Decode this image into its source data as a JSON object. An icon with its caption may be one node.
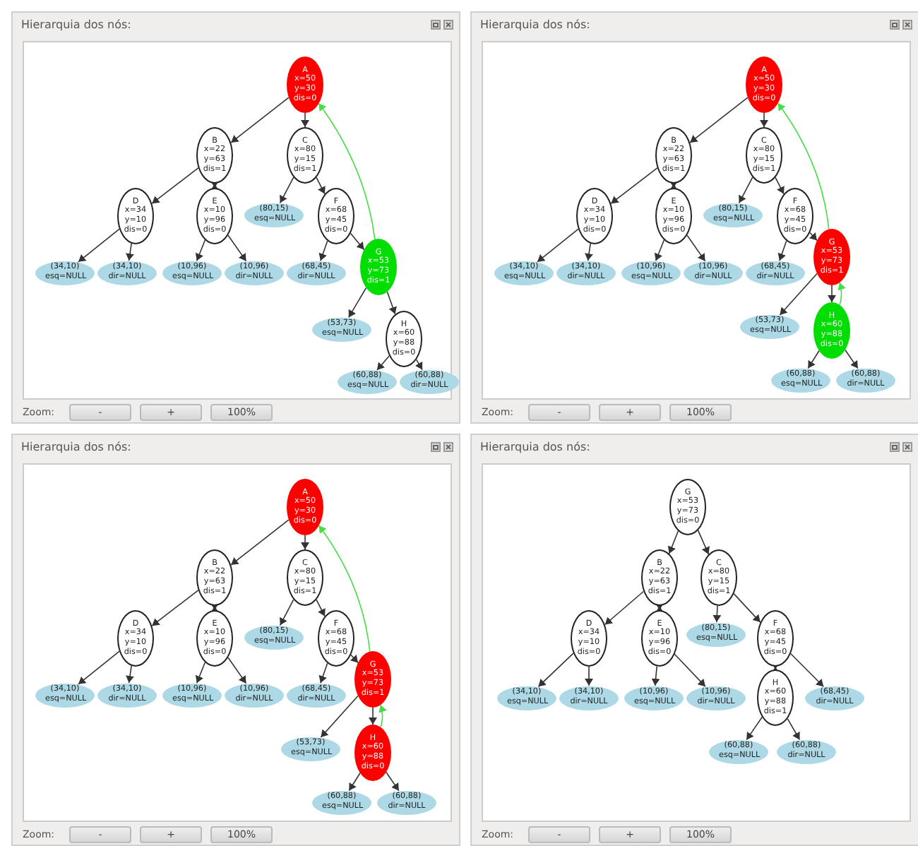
{
  "diagram": {
    "nodes": [
      {
        "text": [
          "Hierarquia dos nós:"
        ]
      },
      {
        "text": [
          "A x=50 y=30 dis=0"
        ],
        "in": 0
      },
      {
        "text": [
          "B x=22 y=63 dis=1"
        ],
        "in": 0
      },
      {
        "text": [
          "C x=80 y=15 dis=1"
        ],
        "in": 0
      },
      {
        "text": [
          "D x=34 y=10 dis=0"
        ],
        "in": 0
      },
      {
        "text": [
          "E x=10 y=96 dis=0"
        ],
        "in": 0
      },
      {
        "text": [
          "(80,15) esq=NULL"
        ],
        "in": 0
      },
      {
        "text": [
          "F x=68 y=45 dis=0"
        ],
        "in": 0
      },
      {
        "text": [
          "(34,10) esq=NULL"
        ],
        "in": 0
      },
      {
        "text": [
          "(34,10) dir=NULL"
        ],
        "in": 0
      },
      {
        "text": [
          "(10,96) esq=NULL"
        ],
        "in": 0
      },
      {
        "text": [
          "(10,96) dir=NULL"
        ],
        "in": 0
      },
      {
        "text": [
          "(68,45) dir=NULL"
        ],
        "in": 0
      },
      {
        "text": [
          "G x=53 y=73 dis=1"
        ],
        "in": 0
      },
      {
        "text": [
          "(53,73) esq=NULL"
        ],
        "in": 0
      },
      {
        "text": [
          "H x=60 y=88 dis=0"
        ],
        "in": 0
      },
      {
        "text": [
          "(60,88) esq=NULL"
        ],
        "in": 0
      },
      {
        "text": [
          "(60,88) dir=NULL"
        ],
        "in": 0
      },
      {
        "text": [
          "Hierarquia dos nós:"
        ]
      },
      {
        "text": [
          "A x=50 y=30 dis=0"
        ],
        "in": 18
      },
      {
        "text": [
          "B x=22 y=63 dis=1"
        ],
        "in": 18
      },
      {
        "text": [
          "C x=80 y=15 dis=1"
        ],
        "in": 18
      },
      {
        "text": [
          "D x=34 y=10 dis=0"
        ],
        "in": 18
      },
      {
        "text": [
          "E x=10 y=96 dis=0"
        ],
        "in": 18
      },
      {
        "text": [
          "(80,15) esq=NULL"
        ],
        "in": 18
      },
      {
        "text": [
          "F x=68 y=45 dis=0"
        ],
        "in": 18
      },
      {
        "text": [
          "(34,10) esq=NULL"
        ],
        "in": 18
      },
      {
        "text": [
          "(34,10) dir=NULL"
        ],
        "in": 18
      },
      {
        "text": [
          "(10,96) esq=NULL"
        ],
        "in": 18
      },
      {
        "text": [
          "(10,96) dir=NULL"
        ],
        "in": 18
      },
      {
        "text": [
          "(68,45) dir=NULL"
        ],
        "in": 18
      },
      {
        "text": [
          "G x=53 y=73 dis=1"
        ],
        "in": 18
      },
      {
        "text": [
          "(53,73) esq=NULL"
        ],
        "in": 18
      },
      {
        "text": [
          "H x=60 y=88 dis=0"
        ],
        "in": 18
      },
      {
        "text": [
          "(60,88) esq=NULL"
        ],
        "in": 18
      },
      {
        "text": [
          "(60,88) dir=NULL"
        ],
        "in": 18
      },
      {
        "text": [
          "Hierarquia dos nós:"
        ]
      },
      {
        "text": [
          "A x=50 y=30 dis=0"
        ],
        "in": 36
      },
      {
        "text": [
          "B x=22 y=63 dis=1"
        ],
        "in": 36
      },
      {
        "text": [
          "C x=80 y=15 dis=1"
        ],
        "in": 36
      },
      {
        "text": [
          "D x=34 y=10 dis=0"
        ],
        "in": 36
      },
      {
        "text": [
          "E x=10 y=96 dis=0"
        ],
        "in": 36
      },
      {
        "text": [
          "(80,15) esq=NULL"
        ],
        "in": 36
      },
      {
        "text": [
          "F x=68 y=45 dis=0"
        ],
        "in": 36
      },
      {
        "text": [
          "(34,10) esq=NULL"
        ],
        "in": 36
      },
      {
        "text": [
          "(34,10) dir=NULL"
        ],
        "in": 36
      },
      {
        "text": [
          "(10,96) esq=NULL"
        ],
        "in": 36
      },
      {
        "text": [
          "(10,96) dir=NULL"
        ],
        "in": 36
      },
      {
        "text": [
          "(68,45) dir=NULL"
        ],
        "in": 36
      },
      {
        "text": [
          "G x=53 y=73 dis=1"
        ],
        "in": 36
      },
      {
        "text": [
          "(53,73) esq=NULL"
        ],
        "in": 36
      },
      {
        "text": [
          "H x=60 y=88 dis=0"
        ],
        "in": 36
      },
      {
        "text": [
          "(60,88) esq=NULL"
        ],
        "in": 36
      },
      {
        "text": [
          "(60,88) dir=NULL"
        ],
        "in": 36
      },
      {
        "text": [
          "Hierarquia dos nós:"
        ]
      },
      {
        "text": [
          "G x=53 y=73 dis=0"
        ],
        "in": 54
      },
      {
        "text": [
          "B x=22 y=63 dis=1"
        ],
        "in": 54
      },
      {
        "text": [
          "C x=80 y=15 dis=1"
        ],
        "in": 54
      },
      {
        "text": [
          "D x=34 y=10 dis=0"
        ],
        "in": 54
      },
      {
        "text": [
          "E x=10 y=96 dis=0"
        ],
        "in": 54
      },
      {
        "text": [
          "(80,15) esq=NULL"
        ],
        "in": 54
      },
      {
        "text": [
          "F x=68 y=45 dis=0"
        ],
        "in": 54
      },
      {
        "text": [
          "(34,10) esq=NULL"
        ],
        "in": 54
      },
      {
        "text": [
          "(34,10) dir=NULL"
        ],
        "in": 54
      },
      {
        "text": [
          "(10,96) esq=NULL"
        ],
        "in": 54
      },
      {
        "text": [
          "(10,96) dir=NULL"
        ],
        "in": 54
      },
      {
        "text": [
          "H x=60 y=88 dis=1"
        ],
        "in": 54
      },
      {
        "text": [
          "(68,45) dir=NULL"
        ],
        "in": 54
      },
      {
        "text": [
          "(60,88) esq=NULL"
        ],
        "in": 54
      },
      {
        "text": [
          "(60,88) dir=NULL"
        ],
        "in": 54
      }
    ],
    "edges": [
      {
        "from": 1,
        "to": 2,
        "arrow": "to"
      },
      {
        "from": 1,
        "to": 3,
        "arrow": "to"
      },
      {
        "from": 2,
        "to": 4,
        "arrow": "to"
      },
      {
        "from": 2,
        "to": 5,
        "arrow": "both"
      },
      {
        "from": 3,
        "to": 6,
        "arrow": "to"
      },
      {
        "from": 3,
        "to": 7,
        "arrow": "to"
      },
      {
        "from": 4,
        "to": 8,
        "arrow": "to"
      },
      {
        "from": 4,
        "to": 9,
        "arrow": "to"
      },
      {
        "from": 5,
        "to": 10,
        "arrow": "to"
      },
      {
        "from": 5,
        "to": 11,
        "arrow": "to"
      },
      {
        "from": 7,
        "to": 12,
        "arrow": "to"
      },
      {
        "from": 7,
        "to": 13,
        "arrow": "to"
      },
      {
        "from": 13,
        "to": 14,
        "arrow": "to"
      },
      {
        "from": 13,
        "to": 15,
        "arrow": "to"
      },
      {
        "from": 15,
        "to": 16,
        "arrow": "to"
      },
      {
        "from": 15,
        "to": 17,
        "arrow": "to"
      },
      {
        "from": 13,
        "to": 1,
        "arrow": "to",
        "color": "#44dd44"
      },
      {
        "from": 19,
        "to": 20,
        "arrow": "to"
      },
      {
        "from": 19,
        "to": 21,
        "arrow": "to"
      },
      {
        "from": 20,
        "to": 22,
        "arrow": "to"
      },
      {
        "from": 20,
        "to": 23,
        "arrow": "both"
      },
      {
        "from": 21,
        "to": 24,
        "arrow": "to"
      },
      {
        "from": 21,
        "to": 25,
        "arrow": "to"
      },
      {
        "from": 22,
        "to": 26,
        "arrow": "to"
      },
      {
        "from": 22,
        "to": 27,
        "arrow": "to"
      },
      {
        "from": 23,
        "to": 28,
        "arrow": "to"
      },
      {
        "from": 23,
        "to": 29,
        "arrow": "to"
      },
      {
        "from": 25,
        "to": 30,
        "arrow": "to"
      },
      {
        "from": 25,
        "to": 31,
        "arrow": "to"
      },
      {
        "from": 31,
        "to": 32,
        "arrow": "to"
      },
      {
        "from": 31,
        "to": 33,
        "arrow": "to"
      },
      {
        "from": 33,
        "to": 34,
        "arrow": "to"
      },
      {
        "from": 33,
        "to": 35,
        "arrow": "to"
      },
      {
        "from": 31,
        "to": 19,
        "arrow": "to",
        "color": "#44dd44"
      },
      {
        "from": 33,
        "to": 31,
        "arrow": "to",
        "color": "#44dd44"
      },
      {
        "from": 37,
        "to": 38,
        "arrow": "to"
      },
      {
        "from": 37,
        "to": 39,
        "arrow": "to"
      },
      {
        "from": 38,
        "to": 40,
        "arrow": "to"
      },
      {
        "from": 38,
        "to": 41,
        "arrow": "both"
      },
      {
        "from": 39,
        "to": 42,
        "arrow": "to"
      },
      {
        "from": 39,
        "to": 43,
        "arrow": "to"
      },
      {
        "from": 40,
        "to": 44,
        "arrow": "to"
      },
      {
        "from": 40,
        "to": 45,
        "arrow": "to"
      },
      {
        "from": 41,
        "to": 46,
        "arrow": "to"
      },
      {
        "from": 41,
        "to": 47,
        "arrow": "to"
      },
      {
        "from": 43,
        "to": 48,
        "arrow": "to"
      },
      {
        "from": 43,
        "to": 49,
        "arrow": "to"
      },
      {
        "from": 49,
        "to": 50,
        "arrow": "to"
      },
      {
        "from": 49,
        "to": 51,
        "arrow": "to"
      },
      {
        "from": 51,
        "to": 52,
        "arrow": "to"
      },
      {
        "from": 51,
        "to": 53,
        "arrow": "to"
      },
      {
        "from": 49,
        "to": 37,
        "arrow": "to",
        "color": "#44dd44"
      },
      {
        "from": 51,
        "to": 49,
        "arrow": "to",
        "color": "#44dd44"
      },
      {
        "from": 55,
        "to": 56,
        "arrow": "to"
      },
      {
        "from": 55,
        "to": 57,
        "arrow": "to"
      },
      {
        "from": 56,
        "to": 58,
        "arrow": "to"
      },
      {
        "from": 56,
        "to": 59,
        "arrow": "both"
      },
      {
        "from": 57,
        "to": 60,
        "arrow": "to"
      },
      {
        "from": 57,
        "to": 61,
        "arrow": "to"
      },
      {
        "from": 58,
        "to": 62,
        "arrow": "to"
      },
      {
        "from": 58,
        "to": 63,
        "arrow": "to"
      },
      {
        "from": 59,
        "to": 64,
        "arrow": "to"
      },
      {
        "from": 59,
        "to": 65,
        "arrow": "to"
      },
      {
        "from": 61,
        "to": 66,
        "arrow": "both"
      },
      {
        "from": 61,
        "to": 67,
        "arrow": "to"
      },
      {
        "from": 66,
        "to": 68,
        "arrow": "to"
      },
      {
        "from": 66,
        "to": 69,
        "arrow": "to"
      }
    ],
    "labels": [
      "Zoom:",
      "-",
      "+",
      "100%",
      "Zoom:",
      "-",
      "+",
      "100%",
      "Zoom:",
      "-",
      "+",
      "100%",
      "Zoom:",
      "-",
      "+",
      "100%"
    ]
  }
}
